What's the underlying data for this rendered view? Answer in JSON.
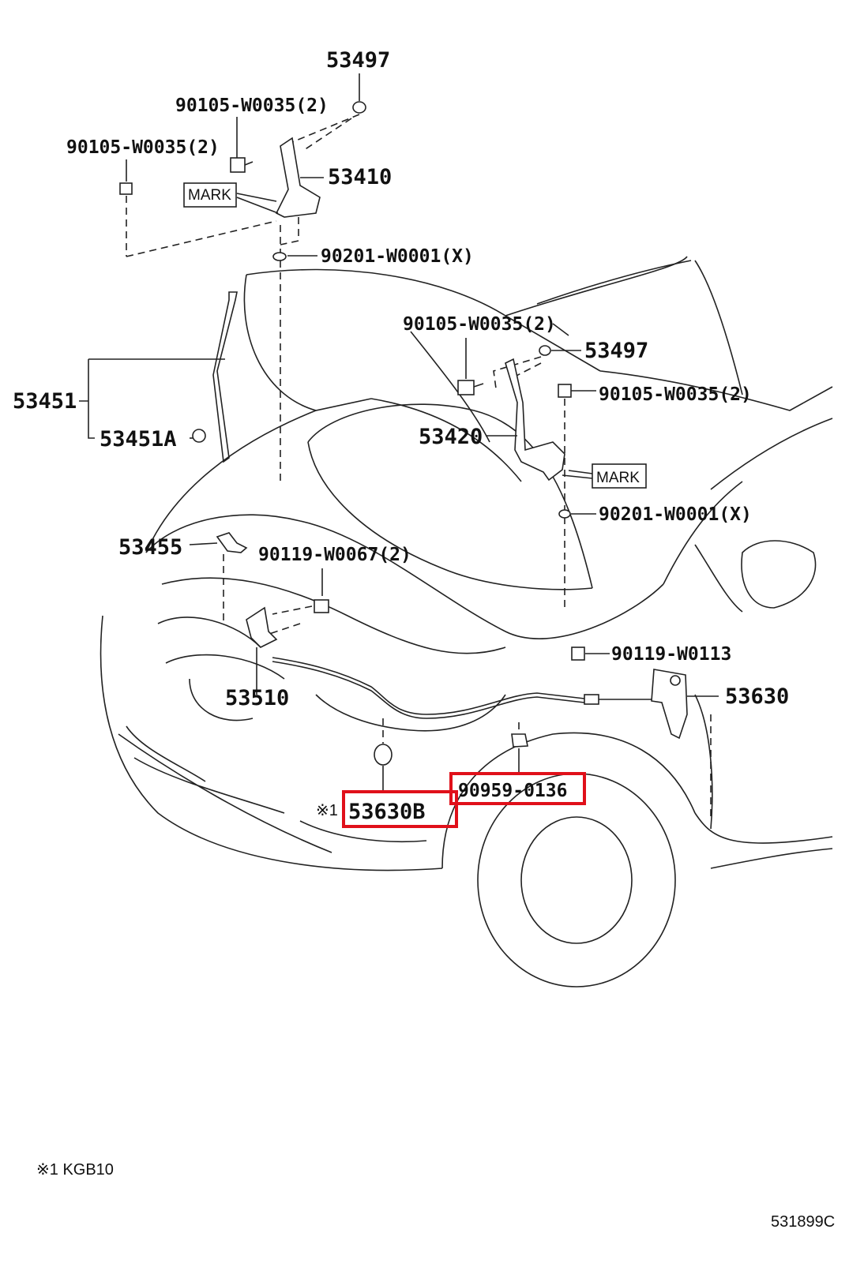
{
  "parts": {
    "p53497_top": "53497",
    "p90105_top_right": "90105-W0035(2)",
    "p90105_top_left": "90105-W0035(2)",
    "p53410": "53410",
    "mark_top": "MARK",
    "p90201_top": "90201-W0001(X)",
    "p90105_mid": "90105-W0035(2)",
    "p53497_mid": "53497",
    "p90105_right": "90105-W0035(2)",
    "p53451": "53451",
    "p53451A": "53451A",
    "p53420": "53420",
    "mark_mid": "MARK",
    "p90201_mid": "90201-W0001(X)",
    "p53455": "53455",
    "p90119_w0067": "90119-W0067(2)",
    "p90119_w0113": "90119-W0113",
    "p53510": "53510",
    "p53630": "53630",
    "p90959": "90959-0136",
    "p53630B": "53630B",
    "note_mark": "※1"
  },
  "highlights": {
    "color": "#e0101a",
    "boxes": [
      "53630B",
      "90959-0136"
    ]
  },
  "footer": {
    "note": "※1 KGB10",
    "figure_code": "531899C"
  }
}
